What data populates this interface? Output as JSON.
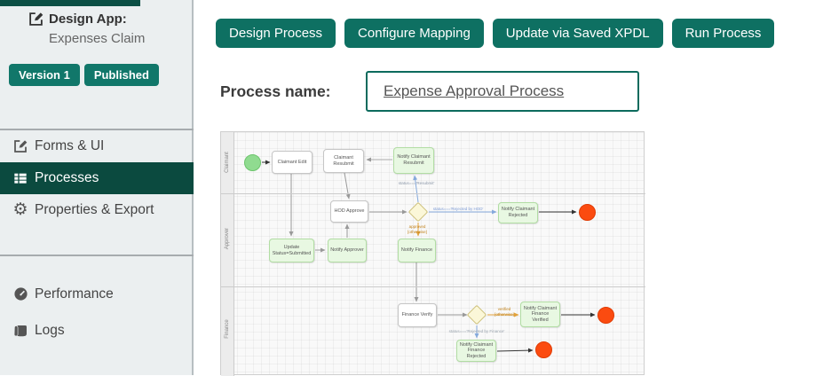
{
  "sidebar": {
    "app_label": "Design App:",
    "app_name": "Expenses Claim",
    "badges": {
      "version": "Version 1",
      "status": "Published"
    },
    "items": [
      {
        "label": "Forms & UI",
        "selected": false
      },
      {
        "label": "Processes",
        "selected": true
      },
      {
        "label": "Properties & Export",
        "selected": false
      },
      {
        "label": "Performance",
        "selected": false
      },
      {
        "label": "Logs",
        "selected": false
      }
    ]
  },
  "toolbar": {
    "buttons": [
      "Design Process",
      "Configure Mapping",
      "Update via Saved XPDL",
      "Run Process"
    ]
  },
  "process": {
    "name_label": "Process name:",
    "name_value": "Expense Approval Process"
  },
  "diagram": {
    "lanes": [
      "Claimant",
      "Approver",
      "Finance"
    ],
    "nodes": [
      "Claimant Edit",
      "Claimant Resubmit",
      "Notify Claimant Resubmit",
      "HOD Approve",
      "Update Status=Submitted",
      "Notify Approver",
      "Notify Finance",
      "Notify Claimant Rejected",
      "Finance Verify",
      "Notify Claimant Finance Verified",
      "Notify Claimant Finance Rejected"
    ],
    "edge_labels": {
      "resubmit": "status==='Resubmit'",
      "rejected_by_hod": "status==='Rejected by HOD'",
      "approved": "approved",
      "approved_otherwise": "[otherwise]",
      "verified": "verified",
      "verified_otherwise": "[otherwise]",
      "rejected_by_finance": "status==='Rejected by Finance'"
    }
  },
  "colors": {
    "accent_teal": "#0e7062",
    "selected_menu": "#0b4a3f",
    "node_green": "#e8f8e2",
    "gateway_yellow": "#fbf7d8",
    "start_event": "#90db90",
    "end_event": "#fb4b10"
  }
}
